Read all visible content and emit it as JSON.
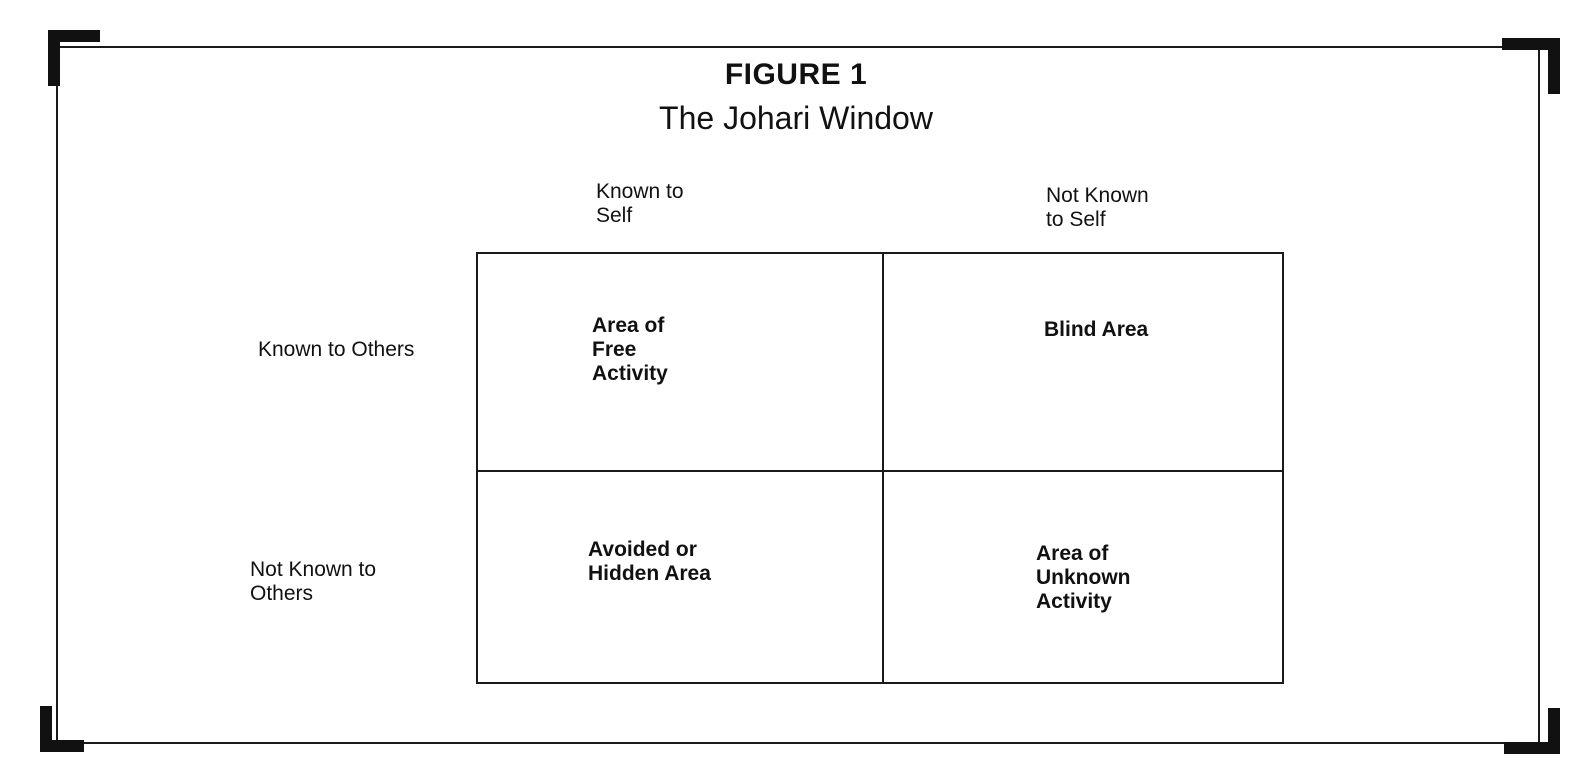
{
  "figure": {
    "label": "FIGURE 1",
    "title": "The Johari Window"
  },
  "columns": {
    "known_to_self": "Known to\nSelf",
    "not_known_to_self": "Not Known\nto Self"
  },
  "rows": {
    "known_to_others": "Known to Others",
    "not_known_to_others": "Not Known to\nOthers"
  },
  "quadrants": {
    "top_left": "Area of\nFree\nActivity",
    "top_right": "Blind Area",
    "bottom_left": "Avoided or\nHidden Area",
    "bottom_right": "Area of\nUnknown\nActivity"
  }
}
